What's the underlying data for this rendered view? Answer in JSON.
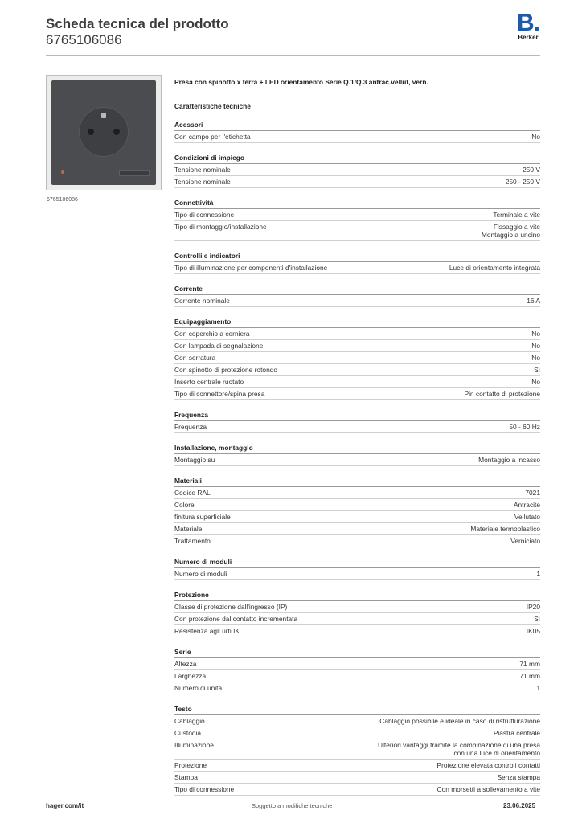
{
  "header": {
    "title": "Scheda tecnica del prodotto",
    "article_number": "6765106086",
    "logo_letter": "B.",
    "logo_text": "Berker",
    "logo_color": "#1f5aa6"
  },
  "product": {
    "caption": "6765106086",
    "title": "Presa con spinotto x terra + LED orientamento Serie Q.1/Q.3 antrac.vellut, vern.",
    "spec_heading": "Caratteristiche tecniche"
  },
  "sections": [
    {
      "title": "Acessori",
      "rows": [
        {
          "label": "Con campo per l'etichetta",
          "value": [
            "No"
          ]
        }
      ]
    },
    {
      "title": "Condizioni di impiego",
      "rows": [
        {
          "label": "Tensione nominale",
          "value": [
            "250 V"
          ]
        },
        {
          "label": "Tensione nominale",
          "value": [
            "250 - 250 V"
          ]
        }
      ]
    },
    {
      "title": "Connettività",
      "rows": [
        {
          "label": "Tipo di connessione",
          "value": [
            "Terminale a vite"
          ]
        },
        {
          "label": "Tipo di montaggio/installazione",
          "value": [
            "Fissaggio a vite",
            "Montaggio a uncino"
          ]
        }
      ]
    },
    {
      "title": "Controlli e indicatori",
      "rows": [
        {
          "label": "Tipo di illuminazione per componenti d'installazione",
          "value": [
            "Luce di orientamento integrata"
          ]
        }
      ]
    },
    {
      "title": "Corrente",
      "rows": [
        {
          "label": "Corrente nominale",
          "value": [
            "16 A"
          ]
        }
      ]
    },
    {
      "title": "Equipaggiamento",
      "rows": [
        {
          "label": "Con coperchio a cerniera",
          "value": [
            "No"
          ]
        },
        {
          "label": "Con lampada di segnalazione",
          "value": [
            "No"
          ]
        },
        {
          "label": "Con serratura",
          "value": [
            "No"
          ]
        },
        {
          "label": "Con spinotto di protezione rotondo",
          "value": [
            "Sì"
          ]
        },
        {
          "label": "Inserto centrale ruotato",
          "value": [
            "No"
          ]
        },
        {
          "label": "Tipo di connettore/spina presa",
          "value": [
            "Pin contatto di protezione"
          ]
        }
      ]
    },
    {
      "title": "Frequenza",
      "rows": [
        {
          "label": "Frequenza",
          "value": [
            "50 - 60 Hz"
          ]
        }
      ]
    },
    {
      "title": "Installazione, montaggio",
      "rows": [
        {
          "label": "Montaggio su",
          "value": [
            "Montaggio a incasso"
          ]
        }
      ]
    },
    {
      "title": "Materiali",
      "rows": [
        {
          "label": "Codice RAL",
          "value": [
            "7021"
          ]
        },
        {
          "label": "Colore",
          "value": [
            "Antracite"
          ]
        },
        {
          "label": "finitura superficiale",
          "value": [
            "Vellutato"
          ]
        },
        {
          "label": "Materiale",
          "value": [
            "Materiale termoplastico"
          ]
        },
        {
          "label": "Trattamento",
          "value": [
            "Verniciato"
          ]
        }
      ]
    },
    {
      "title": "Numero di moduli",
      "rows": [
        {
          "label": "Numero di moduli",
          "value": [
            "1"
          ]
        }
      ]
    },
    {
      "title": "Protezione",
      "rows": [
        {
          "label": "Classe di protezione dall'ingresso (IP)",
          "value": [
            "IP20"
          ]
        },
        {
          "label": "Con protezione dal contatto incrementata",
          "value": [
            "Sì"
          ]
        },
        {
          "label": "Resistenza agli urti IK",
          "value": [
            "IK05"
          ]
        }
      ]
    },
    {
      "title": "Serie",
      "rows": [
        {
          "label": "Altezza",
          "value": [
            "71 mm"
          ]
        },
        {
          "label": "Larghezza",
          "value": [
            "71 mm"
          ]
        },
        {
          "label": "Numero di unità",
          "value": [
            "1"
          ]
        }
      ]
    },
    {
      "title": "Testo",
      "rows": [
        {
          "label": "Cablaggio",
          "value": [
            "Cablaggio possibile e ideale in caso di ristrutturazione"
          ]
        },
        {
          "label": "Custodia",
          "value": [
            "Piastra centrale"
          ]
        },
        {
          "label": "Illuminazione",
          "value": [
            "Ulteriori vantaggi tramite la combinazione di una presa",
            "con una luce di orientamento"
          ]
        },
        {
          "label": "Protezione",
          "value": [
            "Protezione elevata contro i contatti"
          ]
        },
        {
          "label": "Stampa",
          "value": [
            "Senza stampa"
          ]
        },
        {
          "label": "Tipo di connessione",
          "value": [
            "Con morsetti a sollevamento a vite"
          ]
        }
      ]
    }
  ],
  "footer": {
    "left": "hager.com/it",
    "middle": "Soggetto a modifiche tecniche",
    "date": "23.06.2025"
  }
}
